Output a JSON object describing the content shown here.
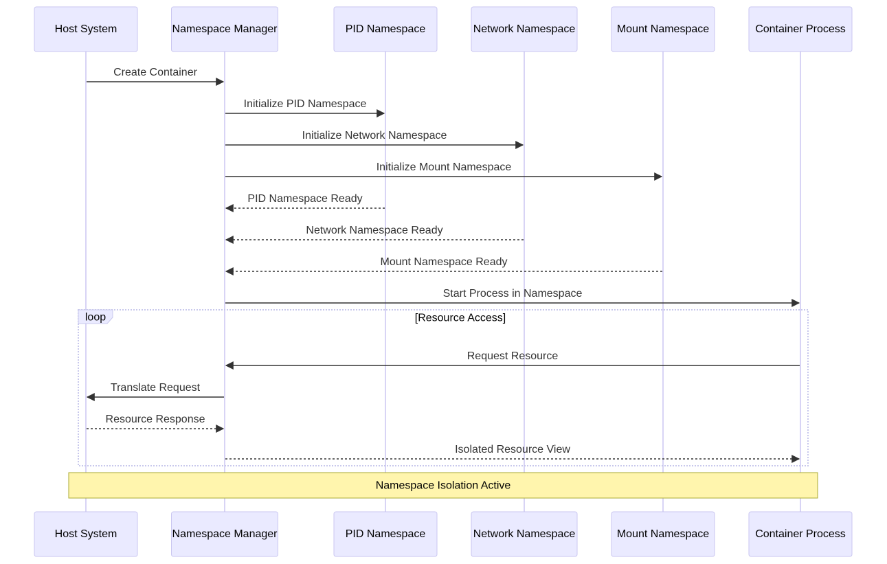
{
  "actors": [
    {
      "id": "host",
      "label": "Host System"
    },
    {
      "id": "nsm",
      "label": "Namespace Manager"
    },
    {
      "id": "pid",
      "label": "PID Namespace"
    },
    {
      "id": "net",
      "label": "Network Namespace"
    },
    {
      "id": "mnt",
      "label": "Mount Namespace"
    },
    {
      "id": "proc",
      "label": "Container Process"
    }
  ],
  "messages": [
    {
      "from": "host",
      "to": "nsm",
      "label": "Create Container",
      "style": "solid"
    },
    {
      "from": "nsm",
      "to": "pid",
      "label": "Initialize PID Namespace",
      "style": "solid"
    },
    {
      "from": "nsm",
      "to": "net",
      "label": "Initialize Network Namespace",
      "style": "solid"
    },
    {
      "from": "nsm",
      "to": "mnt",
      "label": "Initialize Mount Namespace",
      "style": "solid"
    },
    {
      "from": "pid",
      "to": "nsm",
      "label": "PID Namespace Ready",
      "style": "dashed"
    },
    {
      "from": "net",
      "to": "nsm",
      "label": "Network Namespace Ready",
      "style": "dashed"
    },
    {
      "from": "mnt",
      "to": "nsm",
      "label": "Mount Namespace Ready",
      "style": "dashed"
    },
    {
      "from": "nsm",
      "to": "proc",
      "label": "Start Process in Namespace",
      "style": "solid"
    },
    {
      "from": "proc",
      "to": "nsm",
      "label": "Request Resource",
      "style": "solid"
    },
    {
      "from": "nsm",
      "to": "host",
      "label": "Translate Request",
      "style": "solid"
    },
    {
      "from": "host",
      "to": "nsm",
      "label": "Resource Response",
      "style": "dashed"
    },
    {
      "from": "nsm",
      "to": "proc",
      "label": "Isolated Resource View",
      "style": "dashed"
    }
  ],
  "loop": {
    "keyword": "loop",
    "condition": "[Resource Access]"
  },
  "note": {
    "text": "Namespace Isolation Active"
  },
  "colors": {
    "actor_fill": "#eaeaff",
    "actor_stroke": "#c9c6f0",
    "lifeline": "#d8d4f5",
    "message": "#333333",
    "note_fill": "#fff5ad",
    "note_stroke": "#aaaa33"
  }
}
